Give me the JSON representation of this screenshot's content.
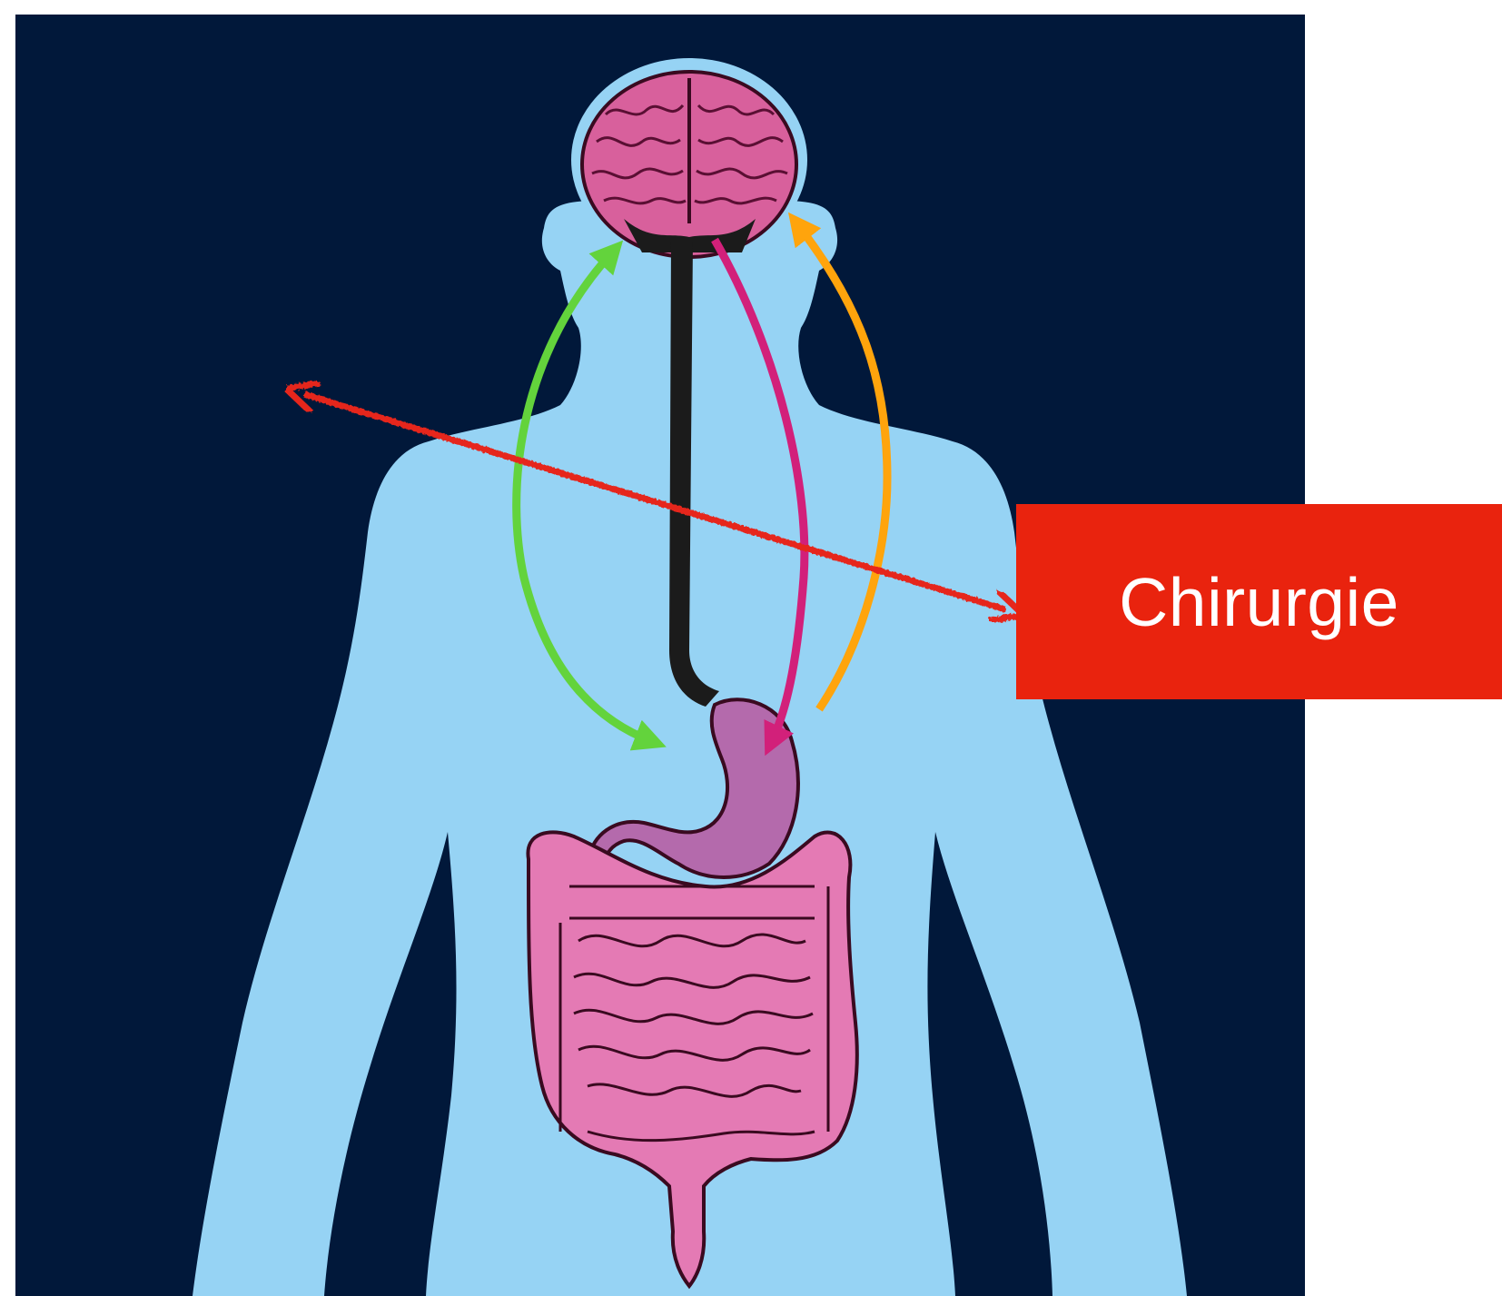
{
  "diagram": {
    "label": "Chirurgie",
    "colors": {
      "background": "#01183a",
      "body": "#96d3f4",
      "brain": "#d8609c",
      "brain_stem": "#1b1b1b",
      "stomach": "#b46aac",
      "intestine": "#e47ab4",
      "arrow_green": "#63d33c",
      "arrow_magenta": "#d2207a",
      "arrow_orange": "#ffa40c",
      "arrow_red": "#e6261a",
      "label_box": "#e9230e",
      "label_text": "#ffffff"
    },
    "elements": {
      "body": "body-silhouette",
      "brain": "brain",
      "spinal_cord": "vagus-nerve",
      "stomach": "stomach",
      "intestines": "intestines",
      "arrows": [
        "green-bidirectional-arrow",
        "magenta-downward-arrow",
        "orange-upward-arrow",
        "red-bidirectional-arrow"
      ]
    }
  }
}
